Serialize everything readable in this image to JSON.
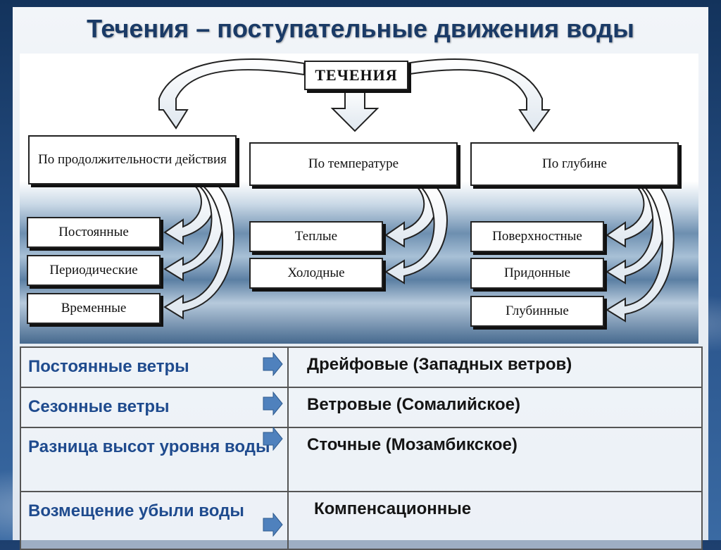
{
  "title": "Течения – поступательные движения воды",
  "diagram": {
    "root": "ТЕЧЕНИЯ",
    "categories": [
      {
        "label": "По продолжительности действия",
        "items": [
          "Постоянные",
          "Периодические",
          "Временные"
        ]
      },
      {
        "label": "По температуре",
        "items": [
          "Теплые",
          "Холодные"
        ]
      },
      {
        "label": "По глубине",
        "items": [
          "Поверхностные",
          "Придонные",
          "Глубинные"
        ]
      }
    ]
  },
  "table": {
    "rows": [
      {
        "cause": "Постоянные ветры",
        "type": "Дрейфовые (Западных ветров)"
      },
      {
        "cause": "Сезонные ветры",
        "type": "Ветровые (Сомалийское)"
      },
      {
        "cause": "Разница высот уровня воды",
        "type": "Сточные (Мозамбикское)"
      },
      {
        "cause": "Возмещение убыли воды",
        "type": "Компенсационные"
      }
    ]
  },
  "colors": {
    "title": "#1a3a66",
    "cause_text": "#1f4b8e",
    "arrow_fill": "#4f81bd",
    "diagram_arrow": "#ffffff"
  }
}
